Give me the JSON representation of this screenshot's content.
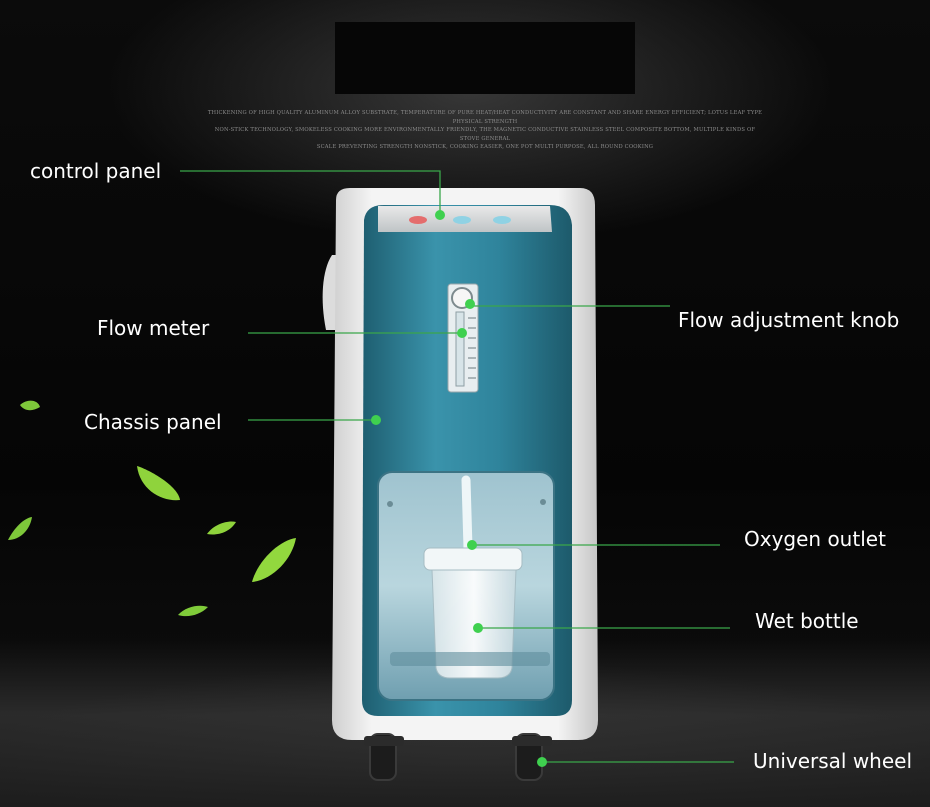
{
  "diagram": {
    "fine_print": [
      "Thickening of high quality aluminum alloy substrate, temperature of pure heat/heat conductivity are constant and share energy efficient; lotus leaf type physical strength",
      "non-stick technology, smokeless cooking more environmentally friendly, the magnetic conductive stainless steel composite bottom, multiple kinds of stove general",
      "scale preventing strength nonstick, cooking easier, one pot multi purpose, all round cooking"
    ],
    "labels": {
      "control_panel": "control panel",
      "flow_meter": "Flow meter",
      "chassis_panel": "Chassis panel",
      "flow_adjustment_knob": "Flow adjustment knob",
      "oxygen_outlet": "Oxygen outlet",
      "wet_bottle": "Wet bottle",
      "universal_wheel": "Universal wheel"
    },
    "colors": {
      "leader_line": "#3aa64a",
      "dot": "#3fd04f",
      "body_blue": "#2f7f95",
      "shell_white": "#ececec",
      "leaf": "#86d33a",
      "label_text": "#ffffff"
    }
  }
}
